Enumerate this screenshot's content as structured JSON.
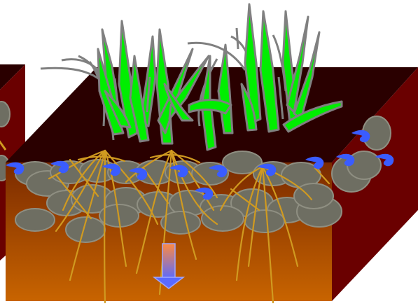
{
  "diagram": {
    "text": [],
    "colors": {
      "background": "#ffffff",
      "block_top": "#2a0000",
      "block_side": "#6a0000",
      "soil_top": "#7a2a00",
      "soil_bottom": "#c86400",
      "pebble_fill": "#6e6e62",
      "pebble_stroke": "#8f8f82",
      "grass_fill": "#00ee00",
      "grass_stroke": "#808080",
      "root": "#d09a20",
      "water": "#3a5cff",
      "arrow_top": "#ff8a40",
      "arrow_bottom": "#5a6aff"
    },
    "elements": {
      "grass_clumps": 2,
      "root_systems": 3,
      "water_droplets": 12,
      "pebbles": 30,
      "infiltration_arrows": 1
    }
  }
}
